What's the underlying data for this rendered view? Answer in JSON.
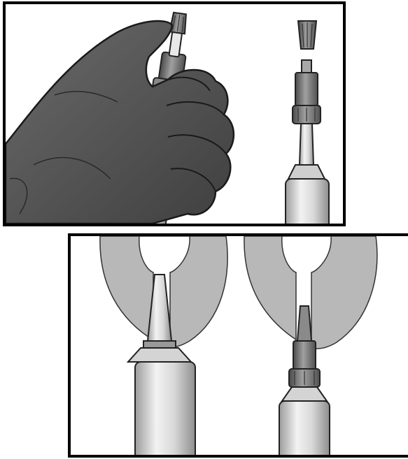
{
  "figure": {
    "panels": [
      {
        "id": "top",
        "caption": ""
      },
      {
        "id": "bottom",
        "caption": ""
      }
    ],
    "illustration_style": "grayscale instructional line art",
    "colors": {
      "border": "#000000",
      "glove": "#5c5c5c",
      "tissue": "#b8b8b8",
      "tube_light": "#e6e6e6",
      "tube_mid": "#bdbdbd",
      "nozzle_dark": "#7a7a7a"
    }
  }
}
